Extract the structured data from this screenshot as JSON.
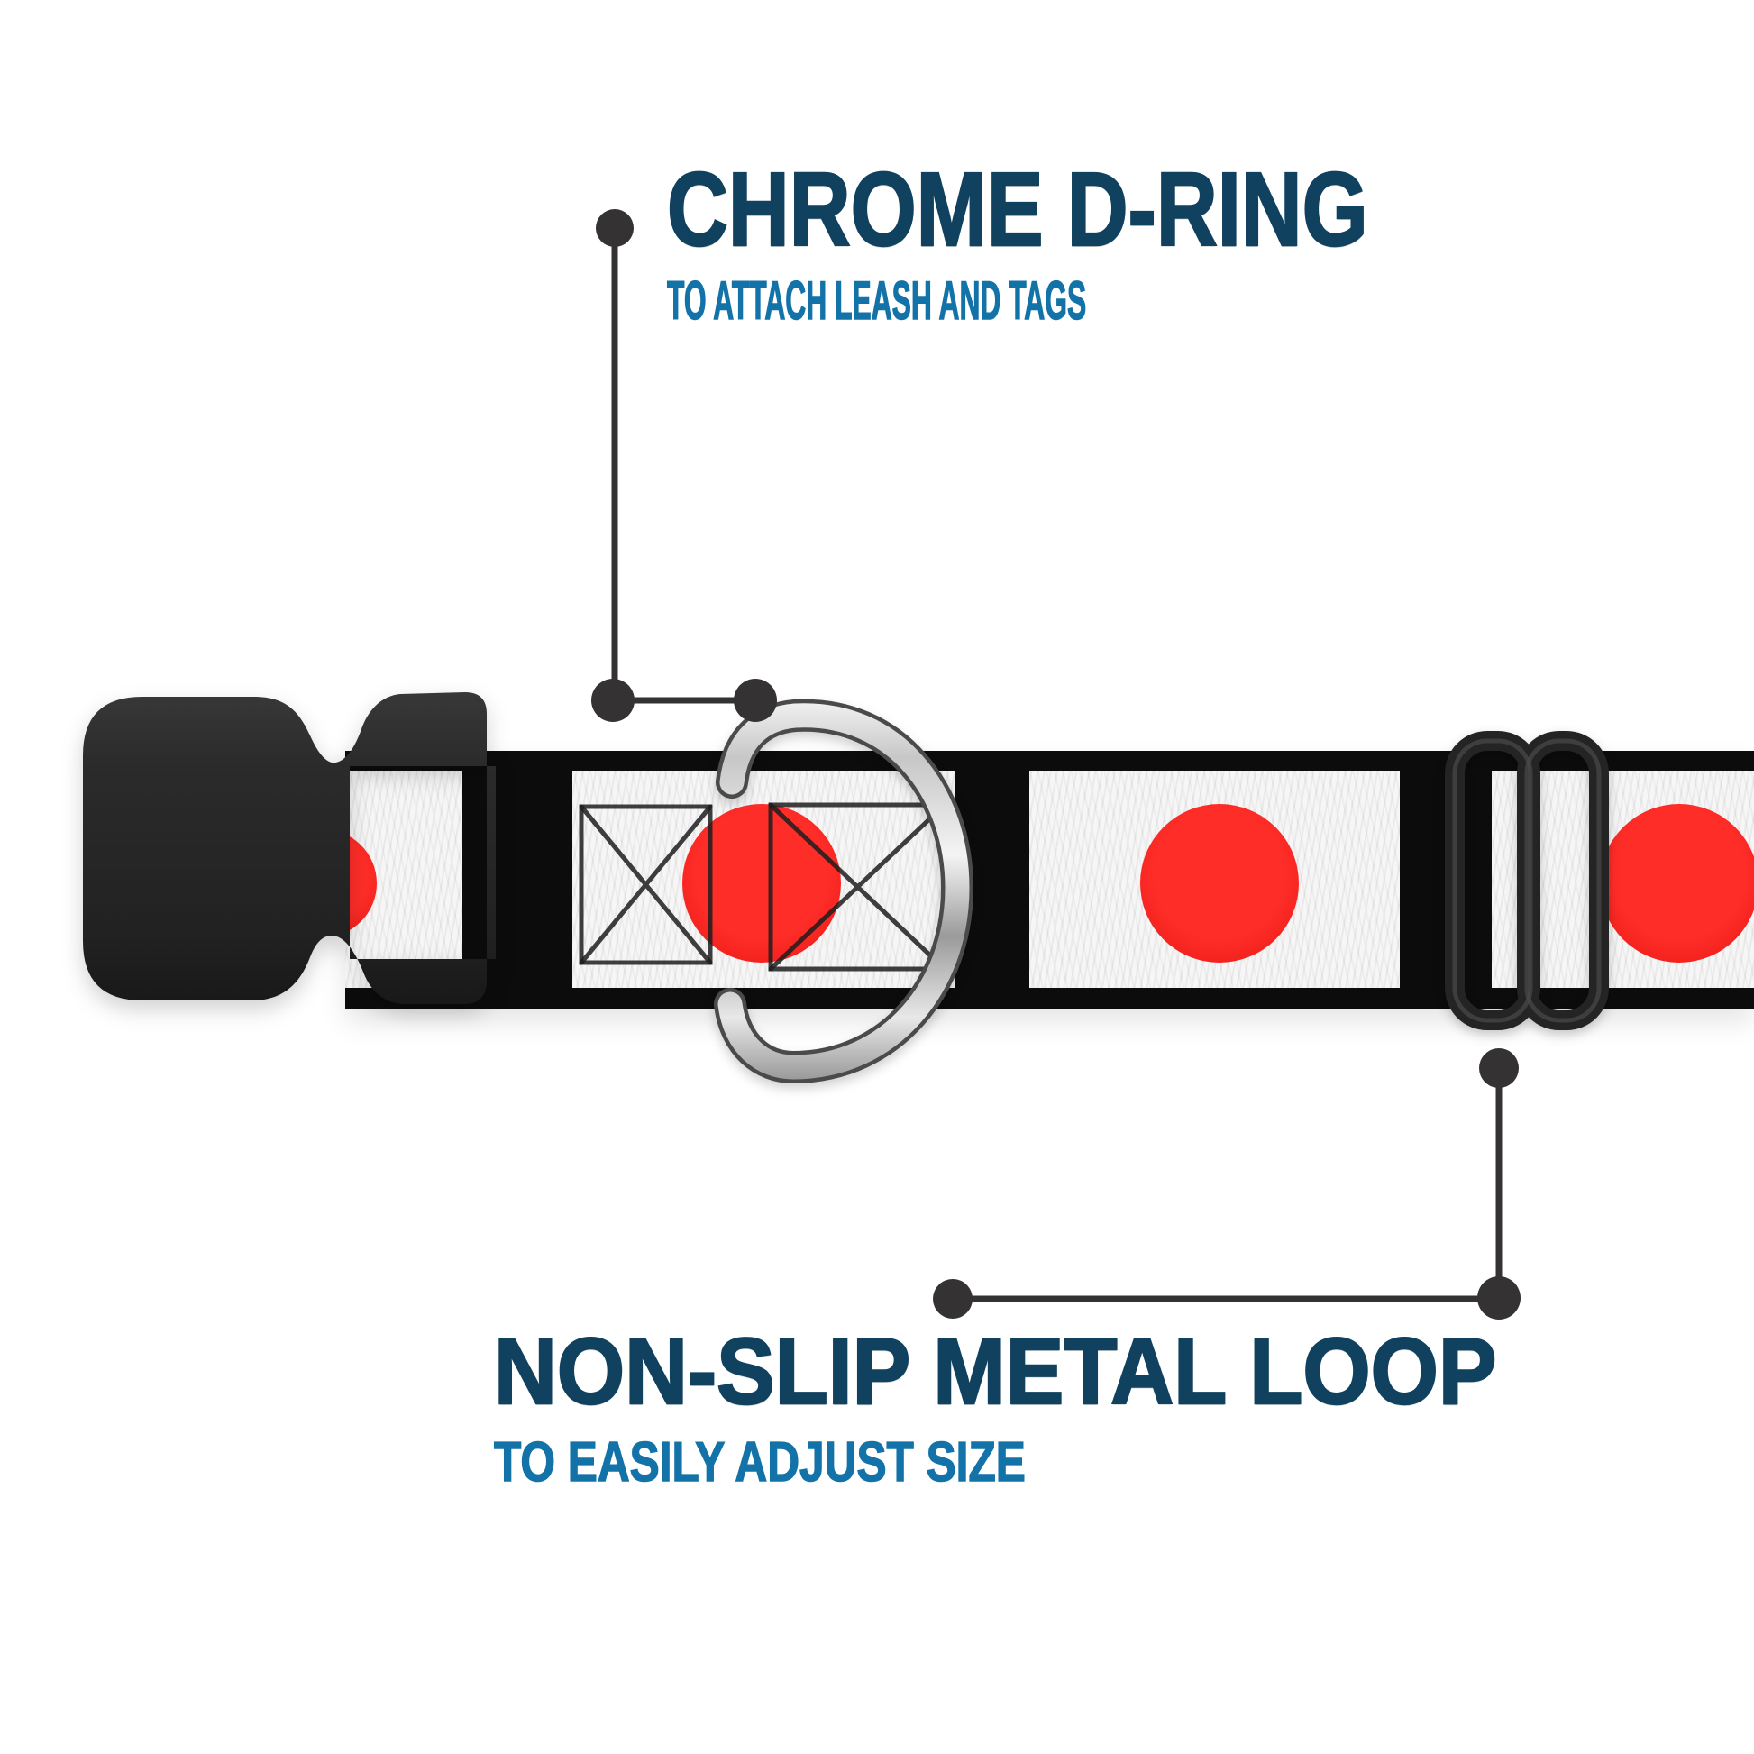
{
  "callouts": {
    "dring": {
      "title": "CHROME D-RING",
      "subtitle": "TO ATTACH LEASH AND TAGS"
    },
    "loop": {
      "title": "NON-SLIP METAL LOOP",
      "subtitle": "TO EASILY ADJUST SIZE"
    }
  },
  "colors": {
    "title_navy": "#10415f",
    "subtitle_blue": "#1373a8",
    "callout_ink": "#343233",
    "webbing_white": "#f6f6f6",
    "webbing_black": "#0c0c0c",
    "sun_red": "#f9231e",
    "hardware_black": "#242424",
    "chrome_light": "#f2f2f2",
    "chrome_dark": "#8c8c8c"
  }
}
